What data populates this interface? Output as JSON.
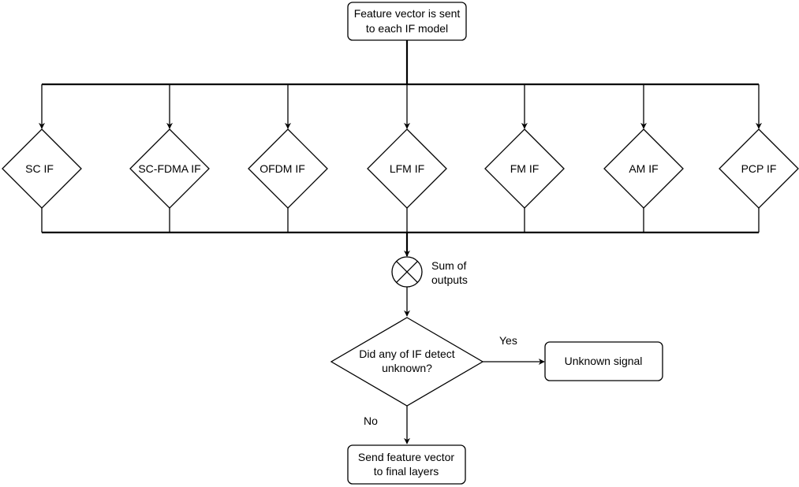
{
  "start": {
    "line1": "Feature vector is sent",
    "line2": "to each IF model"
  },
  "models": [
    "SC IF",
    "SC-FDMA IF",
    "OFDM IF",
    "LFM IF",
    "FM IF",
    "AM IF",
    "PCP IF"
  ],
  "sum": {
    "line1": "Sum of",
    "line2": "outputs"
  },
  "decision": {
    "line1": "Did any of IF detect",
    "line2": "unknown?"
  },
  "yes_label": "Yes",
  "no_label": "No",
  "unknown_box": "Unknown signal",
  "final_box": {
    "line1": "Send feature vector",
    "line2": "to final layers"
  },
  "colors": {
    "stroke": "#000000",
    "fill": "#ffffff",
    "text": "#000000"
  }
}
